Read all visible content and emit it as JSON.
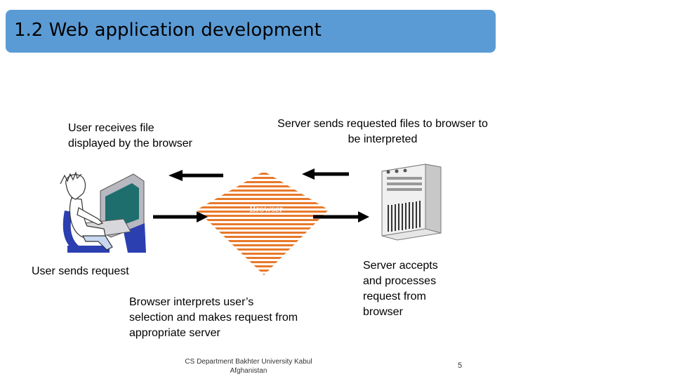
{
  "slide": {
    "title": "1.2 Web application development",
    "page_number": "5",
    "footer_line1": "CS Department Bakhter University Kabul",
    "footer_line2": "Afghanistan"
  },
  "labels": {
    "user_receives_1": "User receives file",
    "user_receives_2": "displayed by the browser",
    "server_sends_1": "Server sends requested files to browser to",
    "server_sends_2": "be interpreted",
    "user_sends": "User sends request",
    "browser_interprets_1": "Browser interprets user’s",
    "browser_interprets_2": "selection and makes request from",
    "browser_interprets_3": "appropriate server",
    "server_accepts_1": "Server accepts",
    "server_accepts_2": "and processes",
    "server_accepts_3": "request from",
    "server_accepts_4": "browser",
    "browser_node": "Browser"
  },
  "colors": {
    "title_bar": "#5b9bd5",
    "browser_stripes": "#e8792a",
    "arrows": "#000000"
  }
}
